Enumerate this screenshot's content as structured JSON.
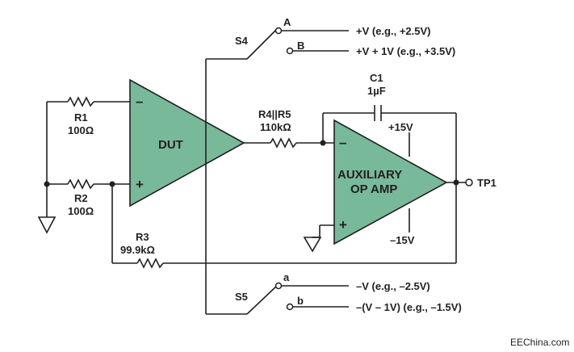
{
  "switch_s4": {
    "name": "S4",
    "pos_a": "A",
    "pos_b": "B",
    "rail_a": "+V (e.g., +2.5V)",
    "rail_b": "+V + 1V (e.g., +3.5V)"
  },
  "switch_s5": {
    "name": "S5",
    "pos_a": "a",
    "pos_b": "b",
    "rail_a": "–V (e.g., –2.5V)",
    "rail_b": "–(V – 1V) (e.g., –1.5V)"
  },
  "r1": {
    "name": "R1",
    "value": "100Ω"
  },
  "r2": {
    "name": "R2",
    "value": "100Ω"
  },
  "r3": {
    "name": "R3",
    "value": "99.9kΩ"
  },
  "r45": {
    "name": "R4||R5",
    "value": "110kΩ"
  },
  "c1": {
    "name": "C1",
    "value": "1µF"
  },
  "dut": {
    "label": "DUT",
    "minus": "–",
    "plus": "+"
  },
  "aux": {
    "line1": "AUXILIARY",
    "line2": "OP AMP",
    "minus": "–",
    "plus": "+",
    "vpos": "+15V",
    "vneg": "–15V"
  },
  "tp1": {
    "label": "TP1"
  },
  "watermark": "EEChina.com",
  "colors": {
    "amp_fill": "#78b99a",
    "line": "#231f20"
  }
}
